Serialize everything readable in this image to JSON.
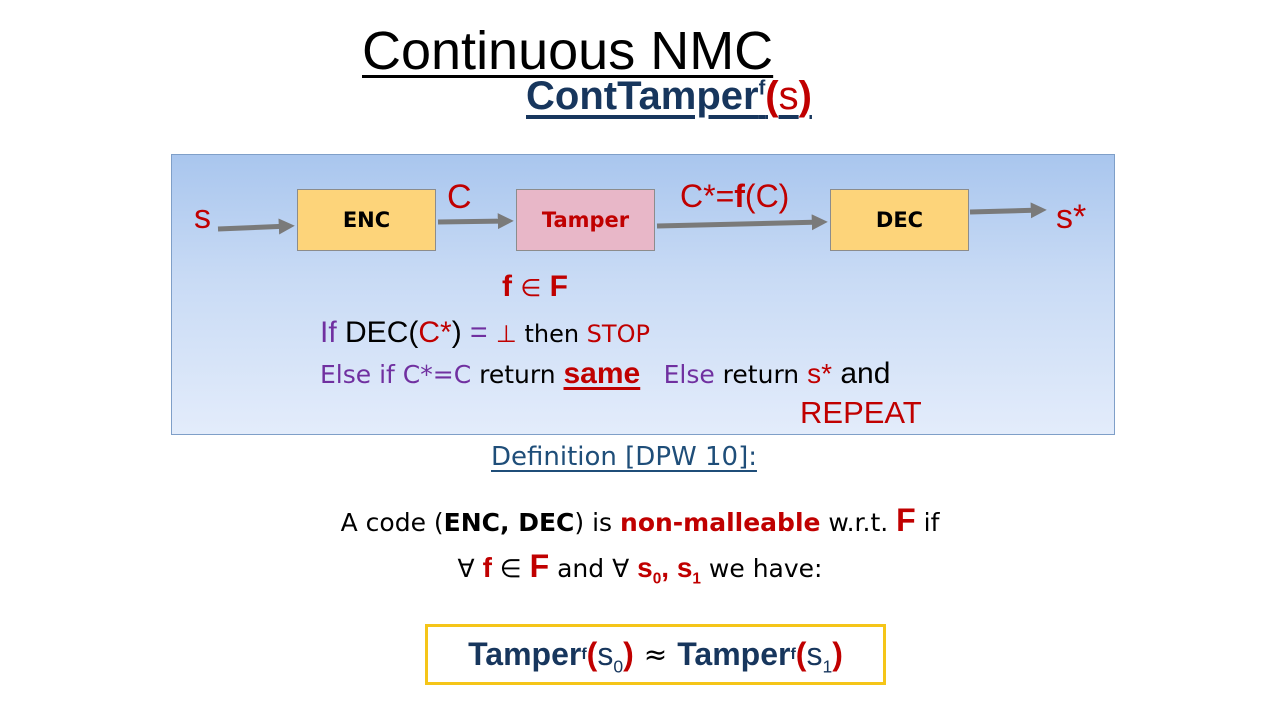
{
  "title": "Continuous NMC",
  "subtitle": {
    "name": "ContTamper",
    "sup": "f",
    "open": "(",
    "arg": "s",
    "close": ")"
  },
  "diagram": {
    "boxes": {
      "enc": "ENC",
      "tamper": "Tamper",
      "dec": "DEC"
    },
    "labels": {
      "input": "s",
      "codeword": "C",
      "tampered_prefix": "C*=",
      "tampered_f": "f",
      "tampered_suffix": "(C)",
      "output": "s*"
    },
    "family": {
      "f": "f",
      "in": "∈",
      "F": "F"
    },
    "rule1": {
      "if": "If",
      "dec": "DEC(",
      "cstar": "C*",
      "close": ")",
      "eq": " = ",
      "bottom": "⊥",
      "then": " then ",
      "stop": "STOP"
    },
    "rule2": {
      "else_if": "Else if ",
      "cond": "C*=C",
      "ret": " return ",
      "same": "same",
      "else": "Else",
      "ret2": " return ",
      "sstar": "s*",
      "and": " and"
    },
    "repeat": "REPEAT"
  },
  "definition": {
    "heading": "Definition [DPW 10]:",
    "line1": {
      "a": "A code (",
      "encdec": "ENC, DEC",
      "is": ") is ",
      "nm": "non-malleable",
      "wrt": " w.r.t. ",
      "F": "F",
      "if": " if"
    },
    "line2": {
      "forall1": "∀ ",
      "f": "f",
      "in": " ∈ ",
      "F": "F",
      "and": " and ∀ ",
      "s0": "s",
      "sub0": "0",
      "comma": ", ",
      "s1": "s",
      "sub1": "1",
      "rest": " we have:"
    }
  },
  "formula": {
    "left_name": "Tamper",
    "sup": "f",
    "lopen": "(",
    "larg": "s",
    "lsub": "0",
    "lclose": ")",
    "approx": "≈",
    "right_name": "Tamper",
    "sup2": "f",
    "ropen": "(",
    "rarg": "s",
    "rsub": "1",
    "rclose": ")"
  },
  "colors": {
    "red": "#c00000",
    "navy": "#17365d",
    "purple": "#7030a0",
    "box_yellow": "#fdd47a",
    "box_pink": "#e8b7c8",
    "panel_blue": "#a9c6ee",
    "formula_border": "#f5c518"
  }
}
